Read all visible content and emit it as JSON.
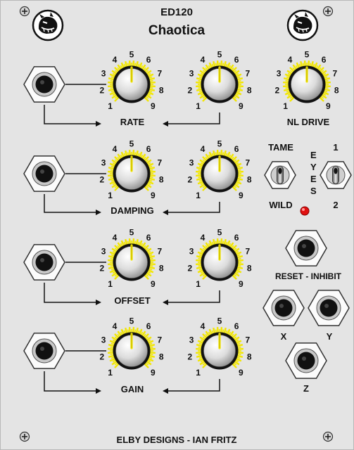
{
  "header": {
    "model": "ED120",
    "name": "Chaotica"
  },
  "footer": {
    "credit": "ELBY DESIGNS - IAN FRITZ"
  },
  "icons": {
    "logo": "panther-head-logo",
    "screw": "panel-screw-icon",
    "jack": "jack-socket-icon",
    "knob": "knob-icon",
    "toggle": "toggle-switch-icon",
    "led": "led-icon"
  },
  "colors": {
    "panel": "#e4e4e4",
    "tick": "#f2e600",
    "knob": "#dcdcdc",
    "led": "#e01010",
    "text": "#111111"
  },
  "knob_scale": [
    "1",
    "2",
    "3",
    "4",
    "5",
    "6",
    "7",
    "8",
    "9"
  ],
  "scale_labels": {
    "s1": "1",
    "s2": "2",
    "s3": "3",
    "s4": "4",
    "s5": "5",
    "s6": "6",
    "s7": "7",
    "s8": "8",
    "s9": "9"
  },
  "params": {
    "rate": "RATE",
    "damping": "DAMPING",
    "offset": "OFFSET",
    "gain": "GAIN",
    "nl_drive": "NL DRIVE"
  },
  "switches": {
    "tame": "TAME",
    "wild": "WILD",
    "eyes": "EYES",
    "eyes_1": "1",
    "eyes_2": "2"
  },
  "jacks": {
    "reset_inhibit": "RESET - INHIBIT",
    "x": "X",
    "y": "Y",
    "z": "Z"
  }
}
